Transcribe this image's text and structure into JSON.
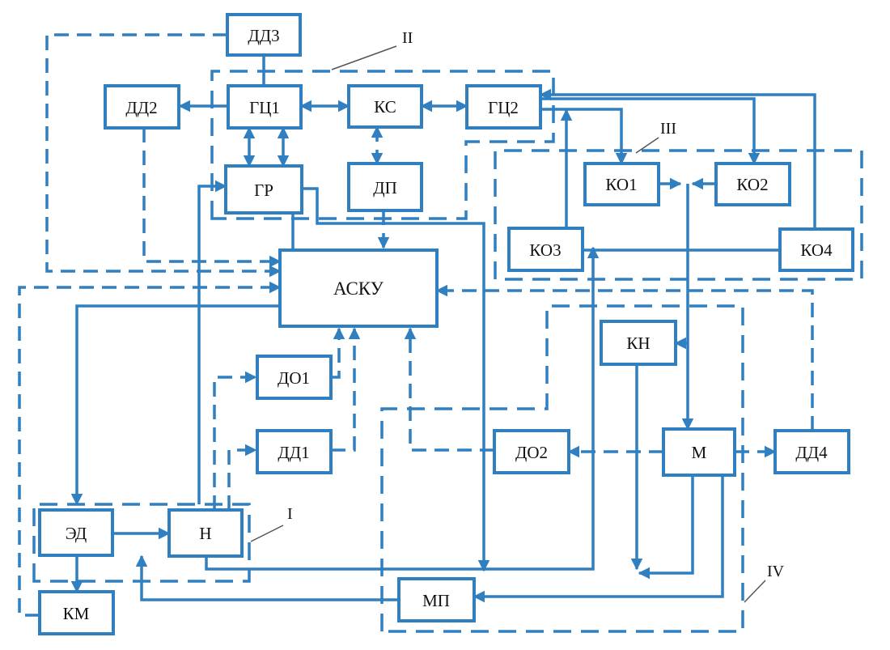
{
  "blocks": {
    "dd3": "ДД3",
    "dd2": "ДД2",
    "gc1": "ГЦ1",
    "ks": "КС",
    "gc2": "ГЦ2",
    "gr": "ГР",
    "dp": "ДП",
    "ko1": "КО1",
    "ko2": "КО2",
    "ko3": "КО3",
    "ko4": "КО4",
    "asku": "АСКУ",
    "kn": "КН",
    "do1": "ДО1",
    "dd1": "ДД1",
    "do2": "ДО2",
    "m": "М",
    "dd4": "ДД4",
    "ed": "ЭД",
    "n": "Н",
    "km": "КМ",
    "mp": "МП"
  },
  "groups": {
    "g1": "I",
    "g2": "II",
    "g3": "III",
    "g4": "IV"
  },
  "colors": {
    "line": "#2f7fc1",
    "text": "#111111"
  }
}
